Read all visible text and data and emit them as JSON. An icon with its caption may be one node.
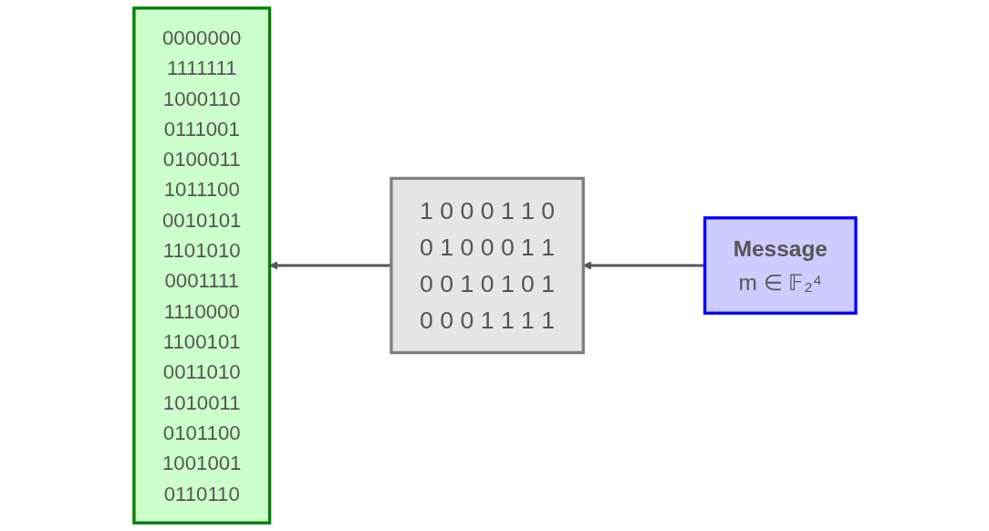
{
  "diagram": {
    "nodes": [
      {
        "text": [
          "0000000",
          "1111111",
          "1000110",
          "0111001",
          "0100011",
          "1011100",
          "0010101",
          "1101010",
          "0001111",
          "1110000",
          "1100101",
          "0011010",
          "1010011",
          "0101100",
          "1001001",
          "0110110"
        ]
      },
      {
        "text": [
          "1 0 0 0 1 1 0",
          "0 1 0 0 0 1 1",
          "0 0 1 0 1 0 1",
          "0 0 0 1 1 1 1"
        ]
      },
      {
        "text": [
          "Message",
          "m ∈ 𝔽₂⁴"
        ]
      }
    ],
    "edges": [
      {
        "from": 1,
        "to": 0,
        "arrow": "to"
      },
      {
        "from": 2,
        "to": 1,
        "arrow": "to"
      }
    ]
  }
}
